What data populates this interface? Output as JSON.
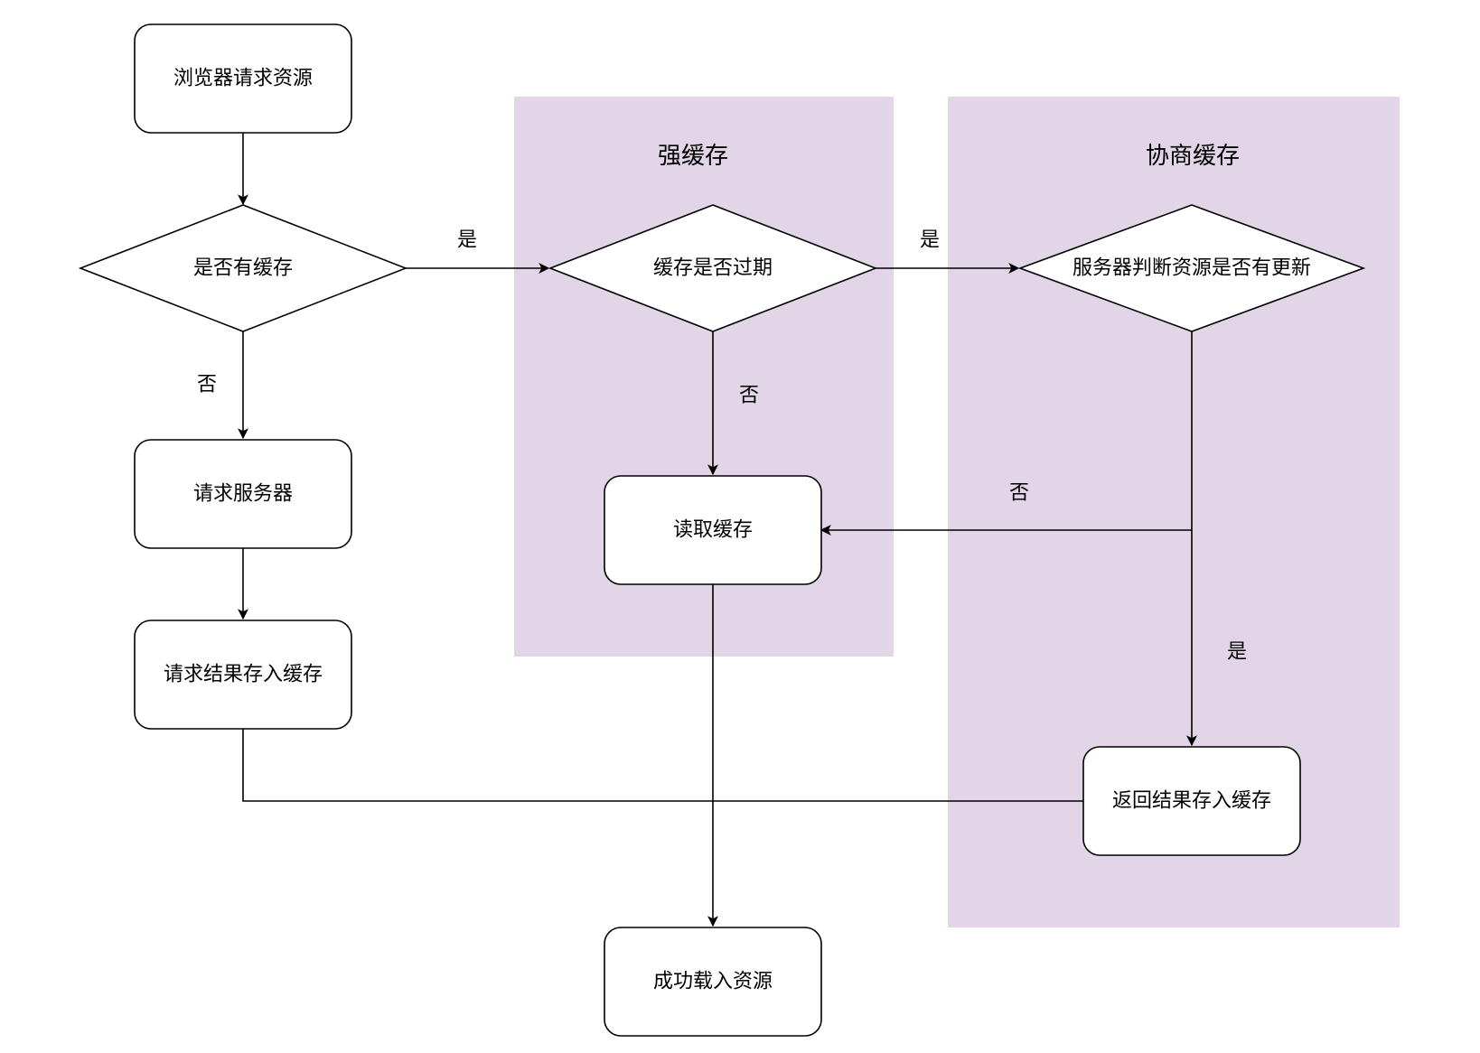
{
  "lanes": {
    "strong_cache": "强缓存",
    "negotiated_cache": "协商缓存"
  },
  "nodes": {
    "browser_request": "浏览器请求资源",
    "has_cache": "是否有缓存",
    "cache_expired": "缓存是否过期",
    "server_check_update": "服务器判断资源是否有更新",
    "request_server": "请求服务器",
    "read_cache": "读取缓存",
    "store_request_result": "请求结果存入缓存",
    "store_returned_result": "返回结果存入缓存",
    "load_success": "成功载入资源"
  },
  "edge_labels": {
    "has_cache_yes": "是",
    "expired_yes": "是",
    "has_cache_no": "否",
    "expired_no": "否",
    "update_no": "否",
    "update_yes": "是"
  },
  "colors": {
    "lane_fill": "#e1d5e7",
    "stroke": "#000000",
    "node_fill": "#ffffff"
  }
}
